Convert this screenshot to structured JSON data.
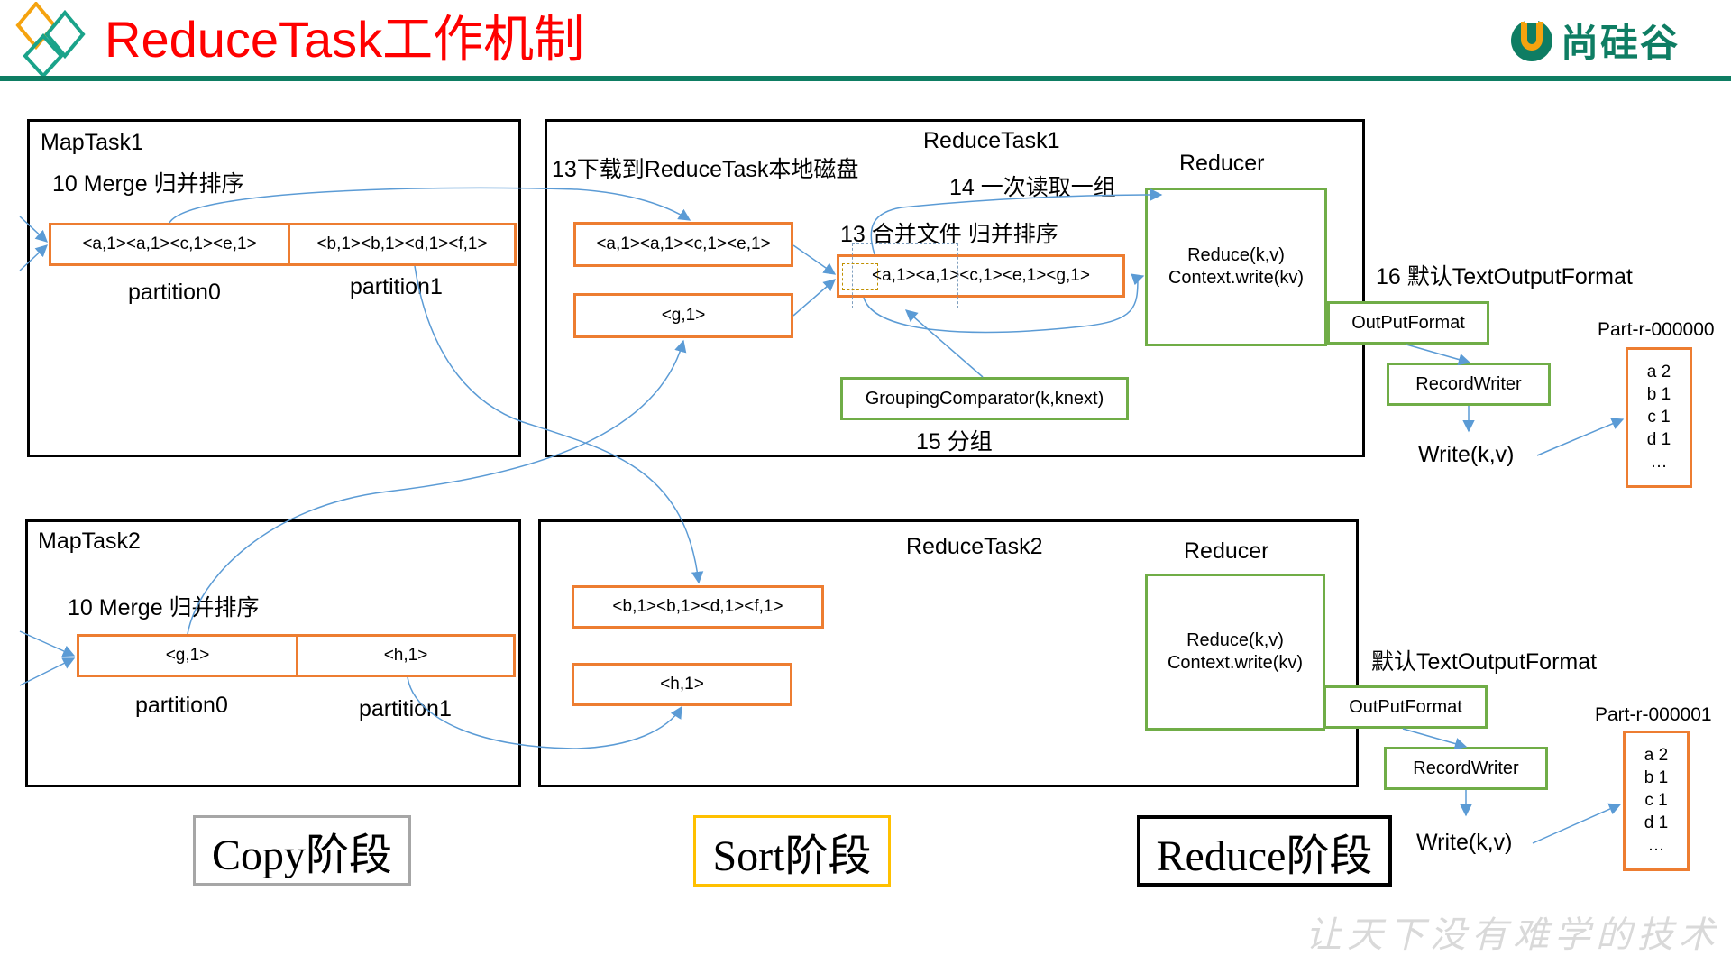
{
  "header": {
    "title": "ReduceTask工作机制",
    "logo_text": "尚硅谷",
    "logo_icon": "u-logo-icon",
    "decor_icon": "diamond-logo-icon",
    "colors": {
      "title": "#ff0000",
      "brand_green": "#0e7d63",
      "brand_orange": "#f5a30f",
      "box_orange": "#ed7d31",
      "box_green": "#70ad47",
      "arrow_blue": "#5b9bd5"
    }
  },
  "maptask1": {
    "title": "MapTask1",
    "merge_label": "10 Merge 归并排序",
    "partitions": [
      {
        "content": "<a,1><a,1><c,1><e,1>",
        "label": "partition0"
      },
      {
        "content": "<b,1><b,1><d,1><f,1>",
        "label": "partition1"
      }
    ]
  },
  "maptask2": {
    "title": "MapTask2",
    "merge_label": "10 Merge 归并排序",
    "partitions": [
      {
        "content": "<g,1>",
        "label": "partition0"
      },
      {
        "content": "<h,1>",
        "label": "partition1"
      }
    ]
  },
  "reducetask1": {
    "title": "ReduceTask1",
    "download_label": "13下载到ReduceTask本地磁盘",
    "inputs": [
      "<a,1><a,1><c,1><e,1>",
      "<g,1>"
    ],
    "merge_label": "13 合并文件 归并排序",
    "merged": "<a,1><a,1><c,1><e,1><g,1>",
    "read_label": "14 一次读取一组",
    "grouping": "GroupingComparator(k,knext)",
    "grouping_label": "15 分组",
    "reducer_title": "Reducer",
    "reducer_lines": [
      "Reduce(k,v)",
      "Context.write(kv)"
    ],
    "output_label": "16 默认TextOutputFormat",
    "outputformat": "OutPutFormat",
    "recordwriter": "RecordWriter",
    "write": "Write(k,v)",
    "part_name": "Part-r-000000",
    "part_lines": [
      "a 2",
      "b 1",
      "c 1",
      "d 1",
      "…"
    ]
  },
  "reducetask2": {
    "title": "ReduceTask2",
    "inputs": [
      "<b,1><b,1><d,1><f,1>",
      "<h,1>"
    ],
    "reducer_title": "Reducer",
    "reducer_lines": [
      "Reduce(k,v)",
      "Context.write(kv)"
    ],
    "output_label": "默认TextOutputFormat",
    "outputformat": "OutPutFormat",
    "recordwriter": "RecordWriter",
    "write": "Write(k,v)",
    "part_name": "Part-r-000001",
    "part_lines": [
      "a 2",
      "b 1",
      "c 1",
      "d 1",
      "…"
    ]
  },
  "stages": [
    {
      "label": "Copy阶段",
      "border": "#a6a6a6"
    },
    {
      "label": "Sort阶段",
      "border": "#ffc000"
    },
    {
      "label": "Reduce阶段",
      "border": "#000000"
    }
  ],
  "footer": {
    "slogan": "让天下没有难学的技术"
  }
}
